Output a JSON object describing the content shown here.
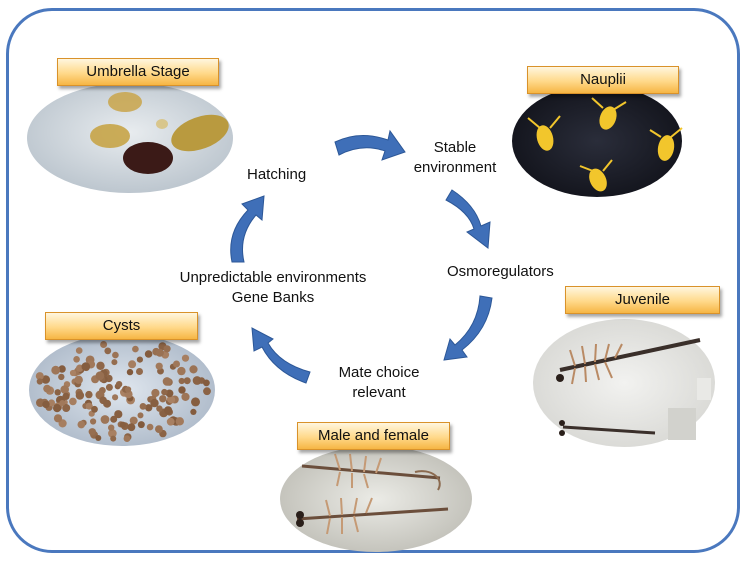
{
  "stages": {
    "umbrella": "Umbrella Stage",
    "nauplii": "Nauplii",
    "juvenile": "Juvenile",
    "male_female": "Male and female",
    "cysts": "Cysts"
  },
  "cycle": {
    "hatching": "Hatching",
    "stable_line1": "Stable",
    "stable_line2": "environment",
    "osmoregulators": "Osmoregulators",
    "mate_line1": "Mate  choice",
    "mate_line2": "relevant",
    "unpredictable_line1": "Unpredictable environments",
    "unpredictable_line2": "Gene Banks"
  },
  "colors": {
    "frame": "#4a78be",
    "arrow": "#3f6fb8",
    "label_fill": "#ffd98a",
    "label_border": "#d9922a"
  }
}
